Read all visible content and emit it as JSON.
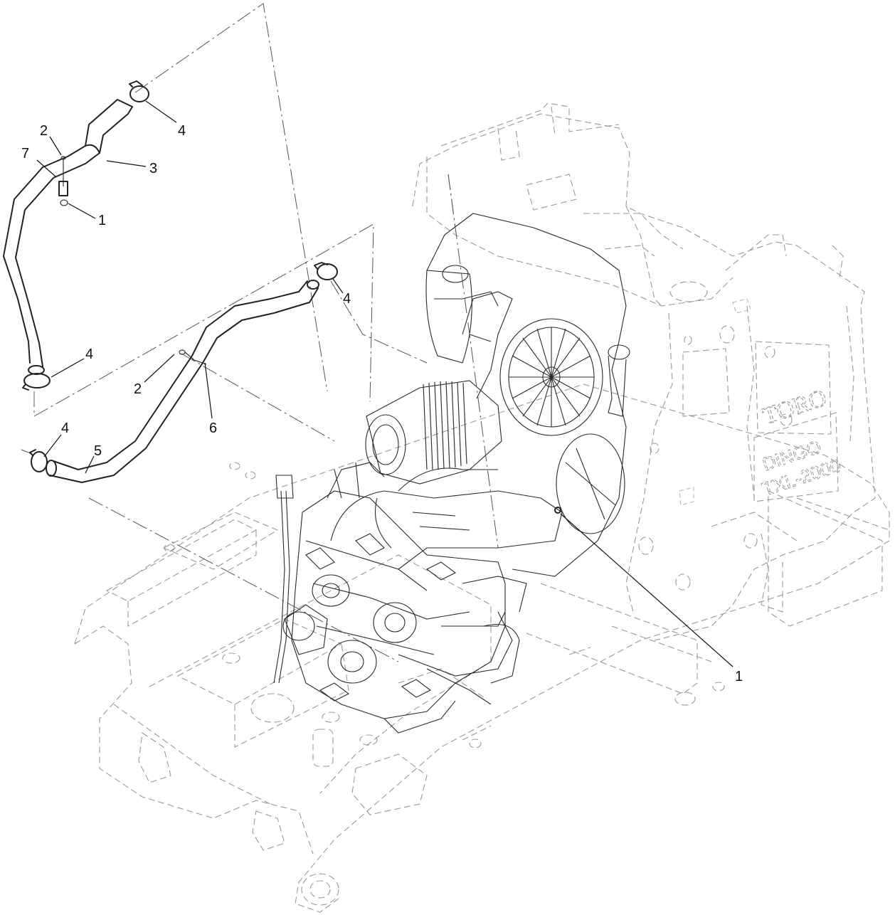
{
  "callouts": {
    "c4_top": "4",
    "c2_upper": "2",
    "c7": "7",
    "c3": "3",
    "c1_upper": "1",
    "c4_mid": "4",
    "c4_left_clamp": "4",
    "c2_lower": "2",
    "c6": "6",
    "c4_lower": "4",
    "c5": "5",
    "c1_right": "1"
  },
  "decals": {
    "brand": "TORO",
    "model": "DINGO",
    "model_number": "TXL-2000"
  }
}
